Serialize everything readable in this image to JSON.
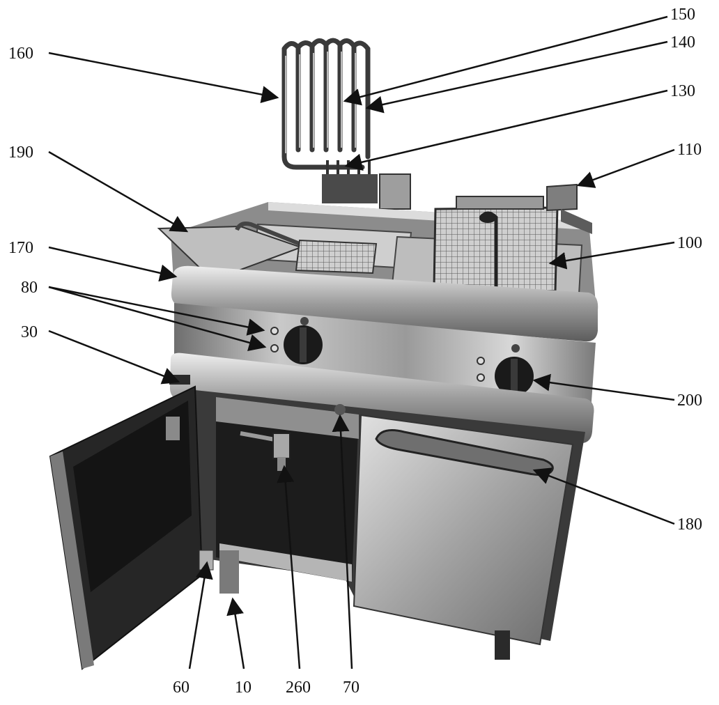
{
  "callouts": [
    {
      "id": "c160",
      "label": "160"
    },
    {
      "id": "c150",
      "label": "150"
    },
    {
      "id": "c140",
      "label": "140"
    },
    {
      "id": "c130",
      "label": "130"
    },
    {
      "id": "c110",
      "label": "110"
    },
    {
      "id": "c190",
      "label": "190"
    },
    {
      "id": "c170",
      "label": "170"
    },
    {
      "id": "c100",
      "label": "100"
    },
    {
      "id": "c80",
      "label": "80"
    },
    {
      "id": "c30",
      "label": "30"
    },
    {
      "id": "c200",
      "label": "200"
    },
    {
      "id": "c180",
      "label": "180"
    },
    {
      "id": "c60",
      "label": "60"
    },
    {
      "id": "c10",
      "label": "10"
    },
    {
      "id": "c260",
      "label": "260"
    },
    {
      "id": "c70",
      "label": "70"
    }
  ],
  "colors": {
    "steel_light": "#d9d9d9",
    "steel_mid": "#a8a8a8",
    "steel_dark": "#5a5a5a",
    "shadow": "#1e1e1e",
    "ink": "#111111"
  }
}
